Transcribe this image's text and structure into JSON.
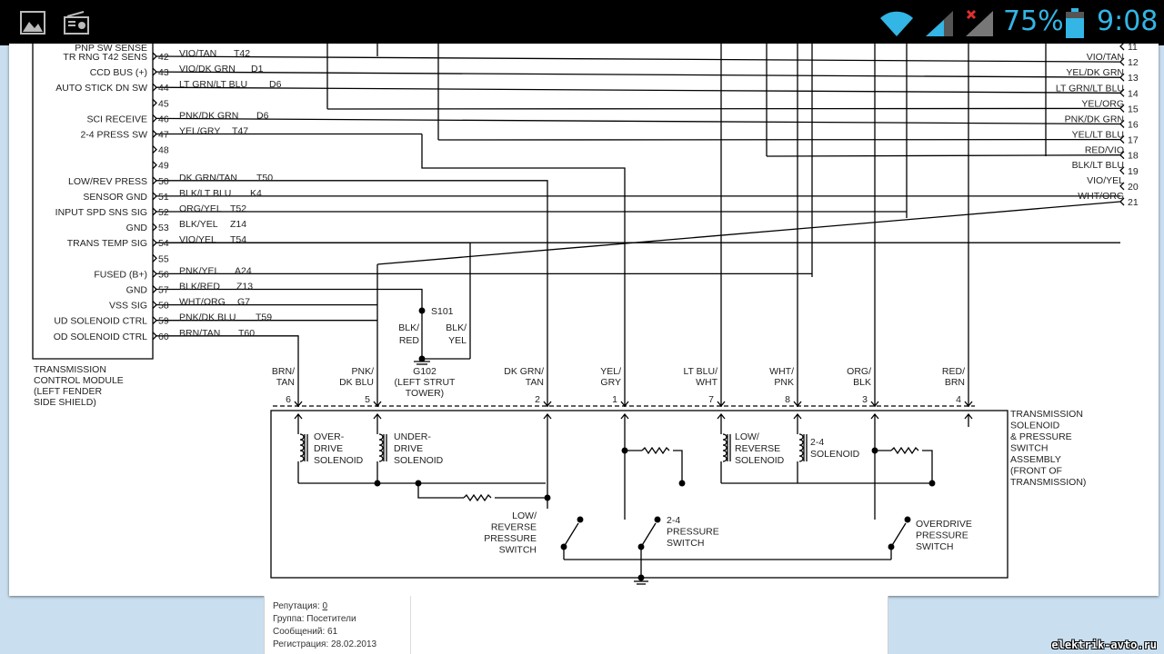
{
  "status_bar": {
    "battery_percent": "75%",
    "time": "9:08",
    "icons": [
      "image-icon",
      "radio-icon",
      "wifi-icon",
      "signal-icon",
      "signal-no-data-icon",
      "battery-icon"
    ],
    "accent": "#33b5e5"
  },
  "diagram": {
    "module_pin_labels": [
      {
        "pin": "",
        "label": "PNP SW SENSE"
      },
      {
        "pin": "",
        "label": "TR RNG T42 SENS"
      },
      {
        "pin": "",
        "label": "CCD BUS (+)"
      },
      {
        "pin": "",
        "label": "AUTO STICK DN SW"
      },
      {
        "pin": "",
        "label": "SCI RECEIVE"
      },
      {
        "pin": "",
        "label": "2-4 PRESS SW"
      },
      {
        "pin": "",
        "label": "LOW/REV PRESS"
      },
      {
        "pin": "",
        "label": "SENSOR GND"
      },
      {
        "pin": "",
        "label": "INPUT SPD SNS SIG"
      },
      {
        "pin": "",
        "label": "GND"
      },
      {
        "pin": "",
        "label": "TRANS TEMP SIG"
      },
      {
        "pin": "",
        "label": "FUSED (B+)"
      },
      {
        "pin": "",
        "label": "GND"
      },
      {
        "pin": "",
        "label": "VSS SIG"
      },
      {
        "pin": "",
        "label": "UD SOLENOID CTRL"
      },
      {
        "pin": "",
        "label": "OD SOLENOID CTRL"
      }
    ],
    "module_name": [
      "TRANSMISSION",
      "CONTROL MODULE",
      "(LEFT FENDER",
      "SIDE SHIELD)"
    ],
    "pins": [
      {
        "num": "42",
        "wire": "VIO/TAN",
        "circuit": "T42"
      },
      {
        "num": "43",
        "wire": "VIO/DK GRN",
        "circuit": "D1"
      },
      {
        "num": "44",
        "wire": "LT GRN/LT BLU",
        "circuit": "D6"
      },
      {
        "num": "45",
        "wire": "",
        "circuit": ""
      },
      {
        "num": "46",
        "wire": "PNK/DK GRN",
        "circuit": "D6"
      },
      {
        "num": "47",
        "wire": "YEL/GRY",
        "circuit": "T47"
      },
      {
        "num": "48",
        "wire": "",
        "circuit": ""
      },
      {
        "num": "49",
        "wire": "",
        "circuit": ""
      },
      {
        "num": "50",
        "wire": "DK GRN/TAN",
        "circuit": "T50"
      },
      {
        "num": "51",
        "wire": "BLK/LT BLU",
        "circuit": "K4"
      },
      {
        "num": "52",
        "wire": "ORG/YEL",
        "circuit": "T52"
      },
      {
        "num": "53",
        "wire": "BLK/YEL",
        "circuit": "Z14"
      },
      {
        "num": "54",
        "wire": "VIO/YEL",
        "circuit": "T54"
      },
      {
        "num": "55",
        "wire": "",
        "circuit": ""
      },
      {
        "num": "56",
        "wire": "PNK/YEL",
        "circuit": "A24"
      },
      {
        "num": "57",
        "wire": "BLK/RED",
        "circuit": "Z13"
      },
      {
        "num": "58",
        "wire": "WHT/ORG",
        "circuit": "G7"
      },
      {
        "num": "59",
        "wire": "PNK/DK BLU",
        "circuit": "T59"
      },
      {
        "num": "60",
        "wire": "BRN/TAN",
        "circuit": "T60"
      }
    ],
    "right_connector": [
      {
        "num": "11",
        "wire": ""
      },
      {
        "num": "12",
        "wire": "VIO/TAN"
      },
      {
        "num": "13",
        "wire": "YEL/DK GRN"
      },
      {
        "num": "14",
        "wire": "LT GRN/LT BLU"
      },
      {
        "num": "15",
        "wire": "YEL/ORG"
      },
      {
        "num": "16",
        "wire": "PNK/DK GRN"
      },
      {
        "num": "17",
        "wire": "YEL/LT BLU"
      },
      {
        "num": "18",
        "wire": "RED/VIO"
      },
      {
        "num": "19",
        "wire": "BLK/LT BLU"
      },
      {
        "num": "20",
        "wire": "VIO/YEL"
      },
      {
        "num": "21",
        "wire": "WHT/ORG"
      }
    ],
    "splice": "S101",
    "splice_wires": [
      "BLK/",
      "RED",
      "BLK/",
      "YEL"
    ],
    "ground": [
      "G102",
      "(LEFT STRUT",
      "TOWER)"
    ],
    "solenoid_connector": [
      {
        "pin": "6",
        "wire": [
          "BRN/",
          "TAN"
        ]
      },
      {
        "pin": "5",
        "wire": [
          "PNK/",
          "DK BLU"
        ]
      },
      {
        "pin": "2",
        "wire": [
          "DK GRN/",
          "TAN"
        ]
      },
      {
        "pin": "1",
        "wire": [
          "YEL/",
          "GRY"
        ]
      },
      {
        "pin": "7",
        "wire": [
          "LT BLU/",
          "WHT"
        ]
      },
      {
        "pin": "8",
        "wire": [
          "WHT/",
          "PNK"
        ]
      },
      {
        "pin": "3",
        "wire": [
          "ORG/",
          "BLK"
        ]
      },
      {
        "pin": "4",
        "wire": [
          "RED/",
          "BRN"
        ]
      }
    ],
    "assembly_name": [
      "TRANSMISSION",
      "SOLENOID",
      "& PRESSURE",
      "SWITCH",
      "ASSEMBLY",
      "(FRONT OF",
      "TRANSMISSION)"
    ],
    "components": {
      "od_solenoid": [
        "OVER-",
        "DRIVE",
        "SOLENOID"
      ],
      "ud_solenoid": [
        "UNDER-",
        "DRIVE",
        "SOLENOID"
      ],
      "lr_solenoid": [
        "LOW/",
        "REVERSE",
        "SOLENOID"
      ],
      "s24_solenoid": [
        "2-4",
        "SOLENOID"
      ],
      "lr_switch": [
        "LOW/",
        "REVERSE",
        "PRESSURE",
        "SWITCH"
      ],
      "s24_switch": [
        "2-4",
        "PRESSURE",
        "SWITCH"
      ],
      "od_switch": [
        "OVERDRIVE",
        "PRESSURE",
        "SWITCH"
      ]
    }
  },
  "forum_user": {
    "reputation_label": "Репутация:",
    "reputation_value": "0",
    "group_label": "Группа:",
    "group_value": "Посетители",
    "messages_label": "Сообщений:",
    "messages_value": "61",
    "registered_label": "Регистрация:",
    "registered_value": "28.02.2013"
  },
  "watermark": "elektrik-avto.ru"
}
